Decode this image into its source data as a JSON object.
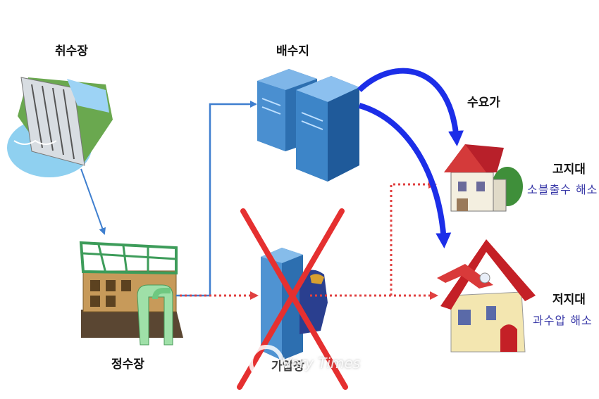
{
  "nodes": {
    "intake": "취수장",
    "purification": "정수장",
    "reservoir": "배수지",
    "consumer": "수요가",
    "booster": "가압장"
  },
  "zones": {
    "high": {
      "title": "고지대",
      "note": "소블출수 해소"
    },
    "low": {
      "title": "저지대",
      "note": "과수압 해소"
    }
  },
  "watermark": "Very Times",
  "colors": {
    "flow_arrow": "#3f7fcf",
    "supply_arrow": "#1c2ee8",
    "removed_path": "#e04040",
    "cross": "#e53030",
    "note_text": "#3a3aa8"
  }
}
